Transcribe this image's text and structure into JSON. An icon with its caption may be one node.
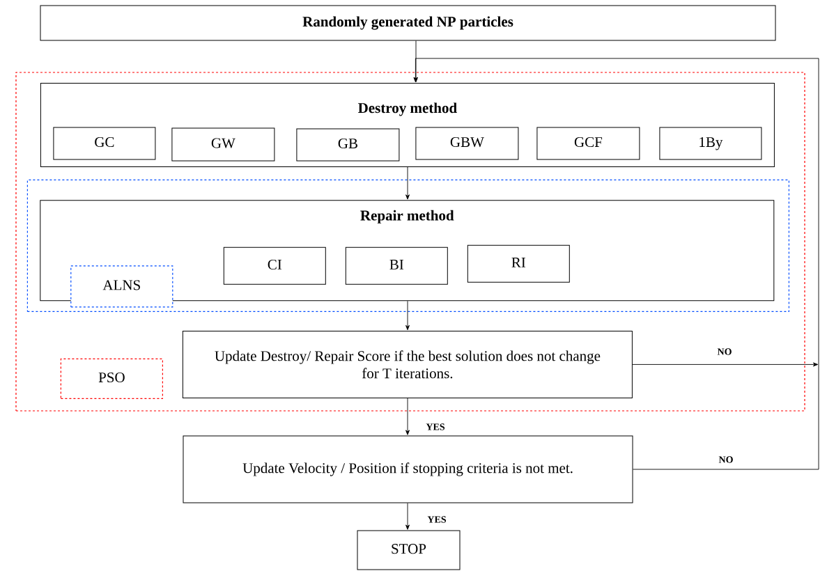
{
  "diagram": {
    "nodes": [
      {
        "text": [
          "Randomly generated NP particles"
        ]
      },
      {
        "text": [],
        "shape": "box"
      },
      {
        "text": [
          "Destroy method"
        ],
        "in": 1
      },
      {
        "text": [
          "GC"
        ],
        "in": 2
      },
      {
        "text": [
          "GW"
        ],
        "in": 2
      },
      {
        "text": [
          "GB"
        ],
        "in": 2
      },
      {
        "text": [
          "GBW"
        ],
        "in": 2
      },
      {
        "text": [
          "GCF"
        ],
        "in": 2
      },
      {
        "text": [
          "1By"
        ],
        "in": 2
      },
      {
        "text": [],
        "shape": "box",
        "in": 1
      },
      {
        "text": [
          "Repair method"
        ],
        "in": 9
      },
      {
        "text": [
          "CI"
        ],
        "in": 10
      },
      {
        "text": [
          "BI"
        ],
        "in": 10
      },
      {
        "text": [
          "RI"
        ],
        "in": 10
      },
      {
        "text": [
          "ALNS"
        ],
        "in": 9
      },
      {
        "text": [
          "Update Destroy/ Repair Score if the best solution does not change for T iterations."
        ],
        "in": 1
      },
      {
        "text": [
          "PSO"
        ],
        "in": 1
      },
      {
        "text": [
          "Update Velocity / Position if stopping criteria is not met."
        ]
      },
      {
        "text": [
          "STOP"
        ]
      }
    ],
    "edges": [
      {
        "from": 0,
        "to": 2,
        "arrow": "to"
      },
      {
        "from": 2,
        "to": 10,
        "arrow": "to"
      },
      {
        "from": 10,
        "to": 15,
        "arrow": "to"
      },
      {
        "from": 15,
        "to": 17,
        "arrow": "to",
        "label": "YES"
      },
      {
        "from": 17,
        "to": 18,
        "arrow": "to",
        "label": "YES"
      },
      {
        "from": 15,
        "to": null,
        "arrow": "to",
        "label": "NO"
      },
      {
        "from": 17,
        "to": 2,
        "arrow": "to",
        "label": "NO"
      }
    ]
  }
}
